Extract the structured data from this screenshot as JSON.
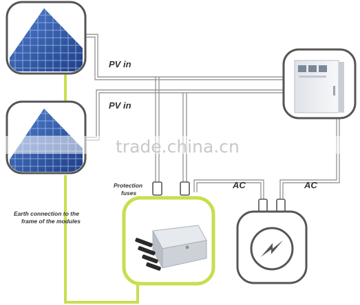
{
  "labels": {
    "pv_in_top": "PV in",
    "pv_in_bottom": "PV in",
    "protection_fuses_line1": "Protection",
    "protection_fuses_line2": "fuses",
    "ac_left": "AC",
    "ac_right": "AC",
    "earth_line1": "Earth connection to the",
    "earth_line2": "frame of the modules"
  },
  "watermark": "trade.china.cn",
  "colors": {
    "frame": "#555555",
    "earth_wire": "#c6df4e",
    "panel_blue": "#2f57a8",
    "cable": "#8c8c8c"
  },
  "icons": [
    "solar-panel-icon",
    "solar-panel-icon",
    "inverter-cabinet-icon",
    "junction-box-icon",
    "lightning-bolt-icon"
  ]
}
